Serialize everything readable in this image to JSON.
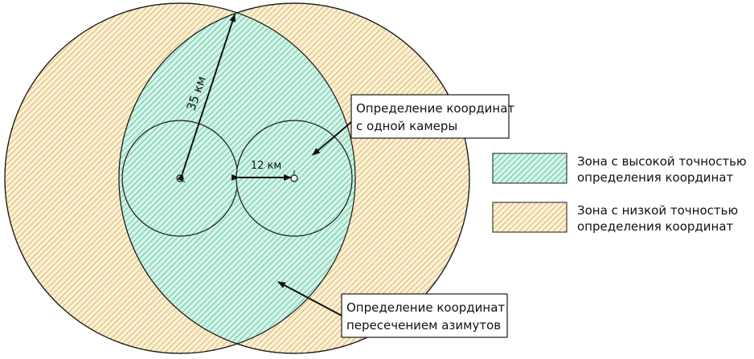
{
  "colors": {
    "high_zone": "#2fbf8f",
    "high_zone_bg": "#d9f3e9",
    "low_zone": "#d4a63a",
    "low_zone_bg": "#fbf1d9",
    "outline": "#1a1a1a"
  },
  "annotations": {
    "distance_35": "35 км",
    "distance_12": "12 км"
  },
  "callouts": {
    "single_camera": [
      "Определение координат",
      "с одной камеры"
    ],
    "azimuth_intersection": [
      "Определение координат",
      "пересечением азимутов"
    ]
  },
  "legend": {
    "high": [
      "Зона с высокой точностью",
      "определения координат"
    ],
    "low": [
      "Зона с низкой точностью",
      "определения координат"
    ]
  }
}
